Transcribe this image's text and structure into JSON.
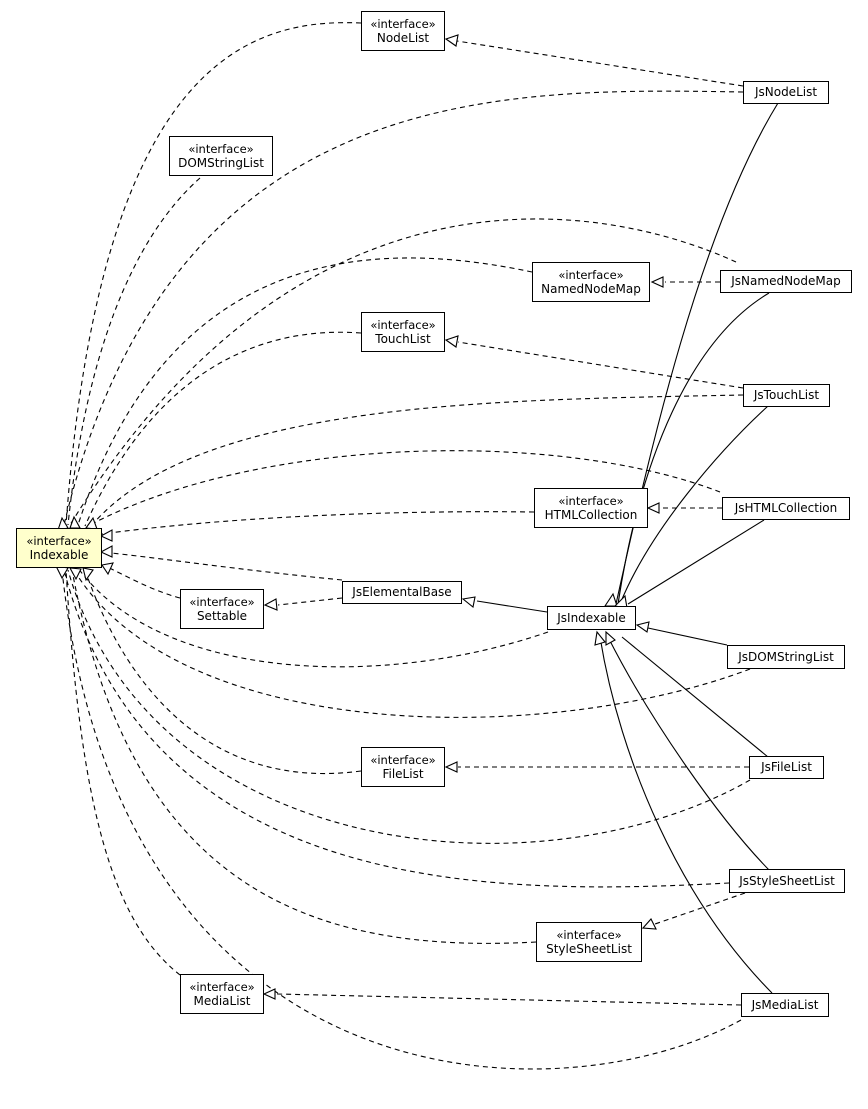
{
  "colors": {
    "highlight_fill": "#ffffcc",
    "node_fill": "#ffffff",
    "line": "#000000"
  },
  "nodes": {
    "indexable": {
      "stereotype": "«interface»",
      "name": "Indexable"
    },
    "nodelist_iface": {
      "stereotype": "«interface»",
      "name": "NodeList"
    },
    "domstringlist_iface": {
      "stereotype": "«interface»",
      "name": "DOMStringList"
    },
    "namednodemap_iface": {
      "stereotype": "«interface»",
      "name": "NamedNodeMap"
    },
    "touchlist_iface": {
      "stereotype": "«interface»",
      "name": "TouchList"
    },
    "htmlcollection_iface": {
      "stereotype": "«interface»",
      "name": "HTMLCollection"
    },
    "settable_iface": {
      "stereotype": "«interface»",
      "name": "Settable"
    },
    "filelist_iface": {
      "stereotype": "«interface»",
      "name": "FileList"
    },
    "stylesheetlist_iface": {
      "stereotype": "«interface»",
      "name": "StyleSheetList"
    },
    "medialist_iface": {
      "stereotype": "«interface»",
      "name": "MediaList"
    },
    "jsnodelist": {
      "name": "JsNodeList"
    },
    "jsnamednodemap": {
      "name": "JsNamedNodeMap"
    },
    "jstouchlist": {
      "name": "JsTouchList"
    },
    "jshtmlcollection": {
      "name": "JsHTMLCollection"
    },
    "jselementalbase": {
      "name": "JsElementalBase"
    },
    "jsindexable": {
      "name": "JsIndexable"
    },
    "jsdomstringlist": {
      "name": "JsDOMStringList"
    },
    "jsfilelist": {
      "name": "JsFileList"
    },
    "jsstylesheetlist": {
      "name": "JsStyleSheetList"
    },
    "jsmedialist": {
      "name": "JsMediaList"
    }
  },
  "relations": [
    {
      "from": "jsnodelist",
      "to": "nodelist_iface",
      "kind": "realization"
    },
    {
      "from": "jsnodelist",
      "to": "indexable",
      "kind": "realization"
    },
    {
      "from": "jsnodelist",
      "to": "jsindexable",
      "kind": "generalization"
    },
    {
      "from": "nodelist_iface",
      "to": "indexable",
      "kind": "realization"
    },
    {
      "from": "domstringlist_iface",
      "to": "indexable",
      "kind": "realization"
    },
    {
      "from": "jsnamednodemap",
      "to": "namednodemap_iface",
      "kind": "realization"
    },
    {
      "from": "jsnamednodemap",
      "to": "indexable",
      "kind": "realization"
    },
    {
      "from": "jsnamednodemap",
      "to": "jsindexable",
      "kind": "generalization"
    },
    {
      "from": "namednodemap_iface",
      "to": "indexable",
      "kind": "realization"
    },
    {
      "from": "jstouchlist",
      "to": "touchlist_iface",
      "kind": "realization"
    },
    {
      "from": "jstouchlist",
      "to": "indexable",
      "kind": "realization"
    },
    {
      "from": "jstouchlist",
      "to": "jsindexable",
      "kind": "generalization"
    },
    {
      "from": "touchlist_iface",
      "to": "indexable",
      "kind": "realization"
    },
    {
      "from": "jshtmlcollection",
      "to": "htmlcollection_iface",
      "kind": "realization"
    },
    {
      "from": "jshtmlcollection",
      "to": "indexable",
      "kind": "realization"
    },
    {
      "from": "jshtmlcollection",
      "to": "jsindexable",
      "kind": "generalization"
    },
    {
      "from": "htmlcollection_iface",
      "to": "indexable",
      "kind": "realization"
    },
    {
      "from": "jselementalbase",
      "to": "settable_iface",
      "kind": "realization"
    },
    {
      "from": "jselementalbase",
      "to": "indexable",
      "kind": "realization"
    },
    {
      "from": "settable_iface",
      "to": "indexable",
      "kind": "realization"
    },
    {
      "from": "jsindexable",
      "to": "jselementalbase",
      "kind": "generalization"
    },
    {
      "from": "jsindexable",
      "to": "indexable",
      "kind": "realization"
    },
    {
      "from": "jsdomstringlist",
      "to": "jsindexable",
      "kind": "generalization"
    },
    {
      "from": "jsdomstringlist",
      "to": "indexable",
      "kind": "realization"
    },
    {
      "from": "jsfilelist",
      "to": "filelist_iface",
      "kind": "realization"
    },
    {
      "from": "jsfilelist",
      "to": "indexable",
      "kind": "realization"
    },
    {
      "from": "jsfilelist",
      "to": "jsindexable",
      "kind": "generalization"
    },
    {
      "from": "filelist_iface",
      "to": "indexable",
      "kind": "realization"
    },
    {
      "from": "jsstylesheetlist",
      "to": "stylesheetlist_iface",
      "kind": "realization"
    },
    {
      "from": "jsstylesheetlist",
      "to": "indexable",
      "kind": "realization"
    },
    {
      "from": "jsstylesheetlist",
      "to": "jsindexable",
      "kind": "generalization"
    },
    {
      "from": "stylesheetlist_iface",
      "to": "indexable",
      "kind": "realization"
    },
    {
      "from": "jsmedialist",
      "to": "medialist_iface",
      "kind": "realization"
    },
    {
      "from": "jsmedialist",
      "to": "indexable",
      "kind": "realization"
    },
    {
      "from": "jsmedialist",
      "to": "jsindexable",
      "kind": "generalization"
    },
    {
      "from": "medialist_iface",
      "to": "indexable",
      "kind": "realization"
    }
  ]
}
